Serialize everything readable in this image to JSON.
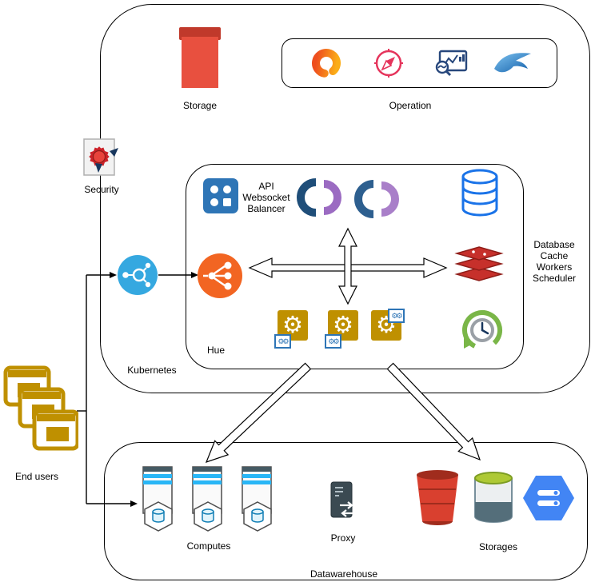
{
  "diagram": {
    "kubernetes": {
      "label": "Kubernetes",
      "storage_label": "Storage",
      "operation_label": "Operation",
      "security_label": "Security",
      "hue": {
        "label": "Hue",
        "api_label": "API\nWebsocket\nBalancer"
      },
      "services_label": "Database\nCache\nWorkers\nScheduler"
    },
    "end_users_label": "End users",
    "datawarehouse": {
      "label": "Datawarehouse",
      "computes_label": "Computes",
      "proxy_label": "Proxy",
      "storages_label": "Storages"
    }
  },
  "glyphs": {
    "gear": "⚙",
    "gear_pair": "⚙⚙"
  },
  "colors": {
    "storage_red": "#e8503f",
    "storage_red_dark": "#c0392b",
    "grafana_orange": "#f46b16",
    "compass_pink": "#e5345b",
    "chart_navy": "#27477c",
    "bird_blue": "#1e88e5",
    "seal_red": "#cc2229",
    "network_blue": "#35a8e0",
    "api_blue": "#2e75b6",
    "hue_blue": "#1f4e79",
    "hue_purple": "#9b6bc2",
    "db_blue": "#1a73e8",
    "balancer_orange": "#f26522",
    "redis_red": "#c6302b",
    "task_gold": "#bf9000",
    "scheduler_green": "#7ab648",
    "users_gold": "#bf9000",
    "server_stripe_teal": "#29b6f6",
    "proxy_dark": "#3b4a52",
    "s3_red": "#d9402f",
    "barrel_lime": "#aec935",
    "gcp_blue": "#4285f4"
  }
}
